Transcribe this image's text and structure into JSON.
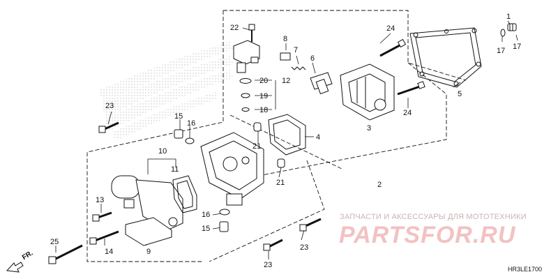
{
  "diagram_code": "HR3LE1700",
  "direction_label": "FR.",
  "watermark": {
    "tagline": "ЗАПЧАСТИ И АКСЕССУАРЫ ДЛЯ МОТОТЕХНИКИ",
    "brand": "PARTSFOR.RU"
  },
  "callouts": [
    "22",
    "8",
    "7",
    "6",
    "24",
    "1",
    "17",
    "17",
    "20",
    "12",
    "19",
    "18",
    "5",
    "23",
    "15",
    "16",
    "4",
    "3",
    "24",
    "10",
    "11",
    "21",
    "21",
    "2",
    "13",
    "16",
    "15",
    "23",
    "14",
    "9",
    "25",
    "23"
  ],
  "colors": {
    "line": "#111111",
    "watermark_red": "#f2c2c2",
    "hatch": "#b9b9b9"
  }
}
